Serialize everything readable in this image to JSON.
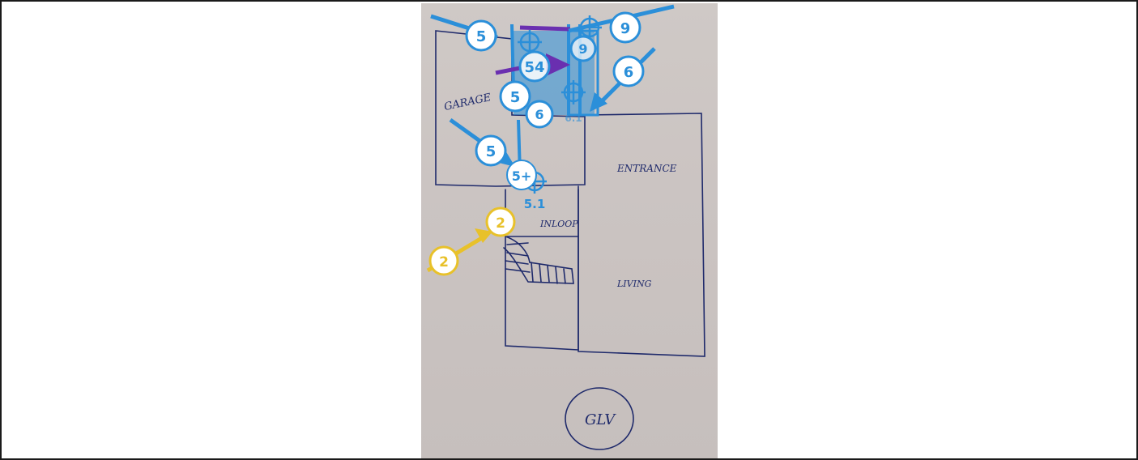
{
  "sketch_labels": {
    "garage": "GARAGE",
    "entrance": "ENTRANCE",
    "inlead": "INLOOP",
    "living": "LIVING",
    "circle": "GLV"
  },
  "markers": {
    "n5a": "5",
    "n5b": "5",
    "n5c": "5",
    "n54": "54",
    "n9a": "9",
    "n9b": "9",
    "n6a": "6",
    "n6b": "6",
    "n2a": "2",
    "n2b": "2",
    "n51": "5.1",
    "n51b": "5+",
    "n61": "6.1"
  },
  "colors": {
    "annotation_blue": "#2b8fd9",
    "annotation_yellow": "#e8c12a",
    "annotation_purple": "#6a2fb0",
    "ink": "#1f2a6b",
    "paper": "#cbc4c2"
  }
}
